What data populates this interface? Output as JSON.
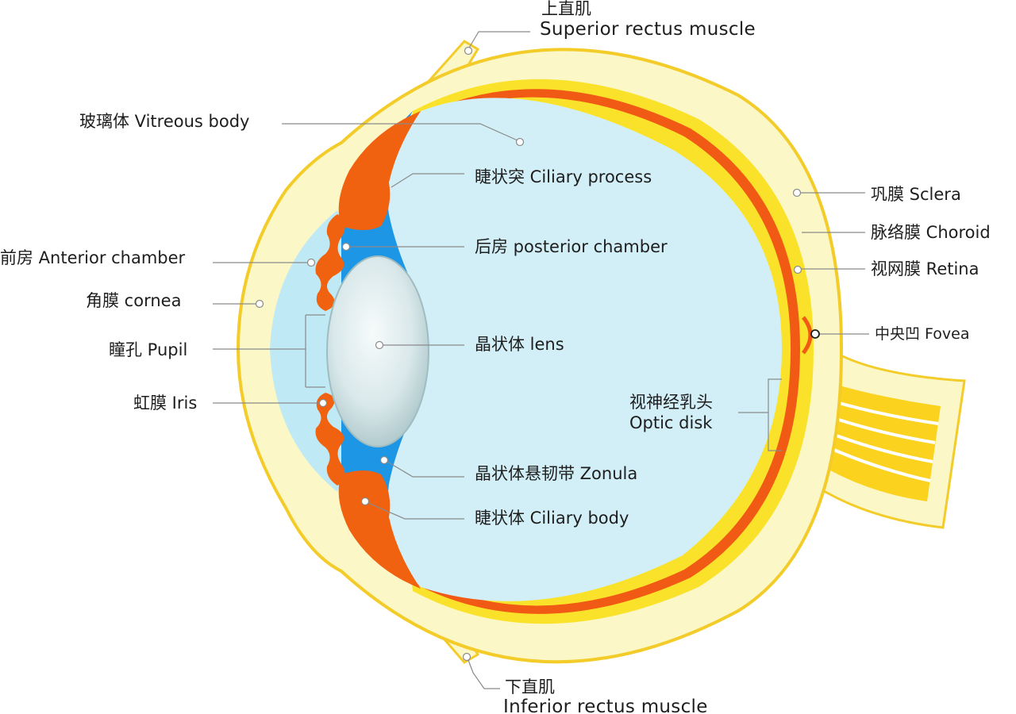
{
  "colors": {
    "sclera_fill": "#fbf7c6",
    "sclera_edge": "#f3cc2a",
    "choroid": "#f05a14",
    "retina": "#fbe22a",
    "vitreous": "#d2eff7",
    "aqueous": "#bfeaf5",
    "ciliary": "#f0620f",
    "zonula": "#1e96e6",
    "lens": "#cfe2e4",
    "optic_fiber": "#fbd21e",
    "leader_line": "#8a8a8a",
    "text": "#1e1e1e"
  },
  "labels": {
    "superior_zh": "上直肌",
    "superior_en": "Superior rectus muscle",
    "vitreous": "玻璃体 Vitreous body",
    "ciliary_process": "睫状突  Ciliary process",
    "sclera": "巩膜 Sclera",
    "choroid": "脉络膜 Choroid",
    "anterior_chamber": "前房 Anterior chamber",
    "posterior_chamber": "后房 posterior chamber",
    "retina": "视网膜 Retina",
    "cornea": "角膜 cornea",
    "fovea": "中央凹  Fovea",
    "pupil": "瞳孔 Pupil",
    "lens": "晶状体 lens",
    "iris": "虹膜 Iris",
    "optic_disk_zh": "视神经乳头",
    "optic_disk_en": "Optic disk",
    "zonula": "晶状体悬韧带 Zonula",
    "ciliary_body": "睫状体 Ciliary body",
    "inferior_zh": "下直肌",
    "inferior_en": "Inferior rectus muscle"
  }
}
